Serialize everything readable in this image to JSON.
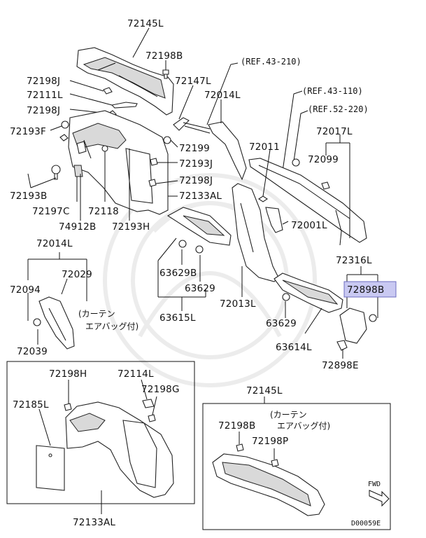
{
  "labels": {
    "p72145L_top": "72145L",
    "p72198B_top": "72198B",
    "p72198J_a": "72198J",
    "p72111L": "72111L",
    "p72198J_b": "72198J",
    "p72193F": "72193F",
    "p72147L": "72147L",
    "p72014L_a": "72014L",
    "p72199": "72199",
    "p72193J": "72193J",
    "p72198J_c": "72198J",
    "p72133AL_a": "72133AL",
    "p72193B": "72193B",
    "p72197C": "72197C",
    "p72118": "72118",
    "p74912B": "74912B",
    "p72193H": "72193H",
    "p72011": "72011",
    "p72017L": "72017L",
    "p72099": "72099",
    "p72001L": "72001L",
    "p72014L_b": "72014L",
    "p72029": "72029",
    "p72094": "72094",
    "p72039": "72039",
    "p63629B": "63629B",
    "p63629_a": "63629",
    "p63615L": "63615L",
    "p72013L": "72013L",
    "p72316L": "72316L",
    "p72898B": "72898B",
    "p63629_b": "63629",
    "p63614L": "63614L",
    "p72898E": "72898E",
    "p72198H": "72198H",
    "p72114L": "72114L",
    "p72198G": "72198G",
    "p72185L": "72185L",
    "p72133AL_b": "72133AL",
    "p72145L_b": "72145L",
    "p72198B_b": "72198B",
    "p72198P": "72198P"
  },
  "refs": {
    "ref_43_210": "(REF.43-210)",
    "ref_43_110": "(REF.43-110)",
    "ref_52_220": "(REF.52-220)"
  },
  "notes": {
    "curtain_a_1": "(カーテン",
    "curtain_a_2": "エアバッグ付)",
    "curtain_b_1": "(カーテン",
    "curtain_b_2": "エアバッグ付)"
  },
  "fwd": "FWD",
  "diagram_code": "D00059E",
  "highlight_color": "#c9c9f2"
}
